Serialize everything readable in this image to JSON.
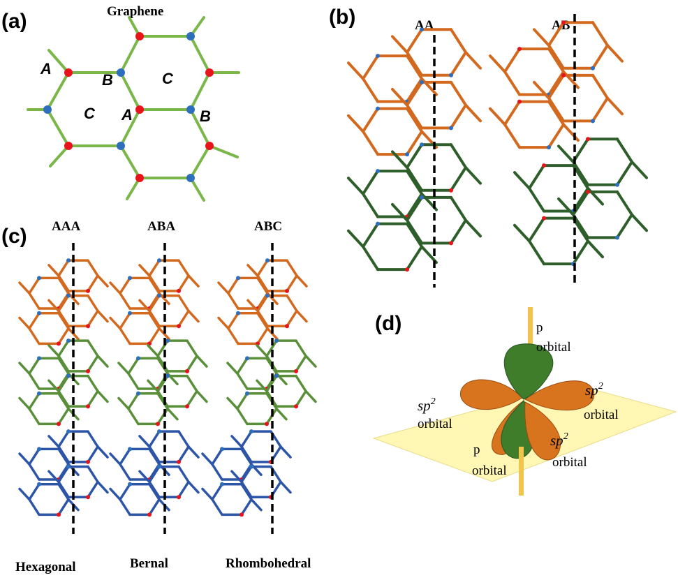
{
  "panels": {
    "a": {
      "label": "(a)",
      "title": "Graphene",
      "site_labels": [
        "A",
        "B",
        "C",
        "C",
        "A",
        "B"
      ]
    },
    "b": {
      "label": "(b)",
      "stackings": [
        "AA",
        "AB"
      ]
    },
    "c": {
      "label": "(c)",
      "stackings": [
        "AAA",
        "ABA",
        "ABC"
      ],
      "names": [
        "Hexagonal",
        "Bernal",
        "Rhombohedral"
      ]
    },
    "d": {
      "label": "(d)",
      "p_top": {
        "letter": "p",
        "word": "orbital"
      },
      "sp2_left": {
        "sp": "sp",
        "sup": "2",
        "word": "orbital"
      },
      "sp2_right": {
        "sp": "sp",
        "sup": "2",
        "word": "orbital"
      },
      "sp2_front": {
        "sp": "sp",
        "sup": "2",
        "word": "orbital"
      },
      "p_bottom": {
        "letter": "p",
        "word": "orbital"
      }
    }
  },
  "colors": {
    "graphene_bond": "#7ab648",
    "site_a": "#e8141c",
    "site_b": "#2e6fbd",
    "layer_orange": "#d2691e",
    "layer_darkgreen": "#2e5e2a",
    "layer_green": "#5a8f3a",
    "layer_blue": "#2c55a8",
    "plane": "#fff7b3",
    "lobe_orange": "#d8741e",
    "lobe_green": "#3f7d2a",
    "axis": "#f2c54a"
  }
}
